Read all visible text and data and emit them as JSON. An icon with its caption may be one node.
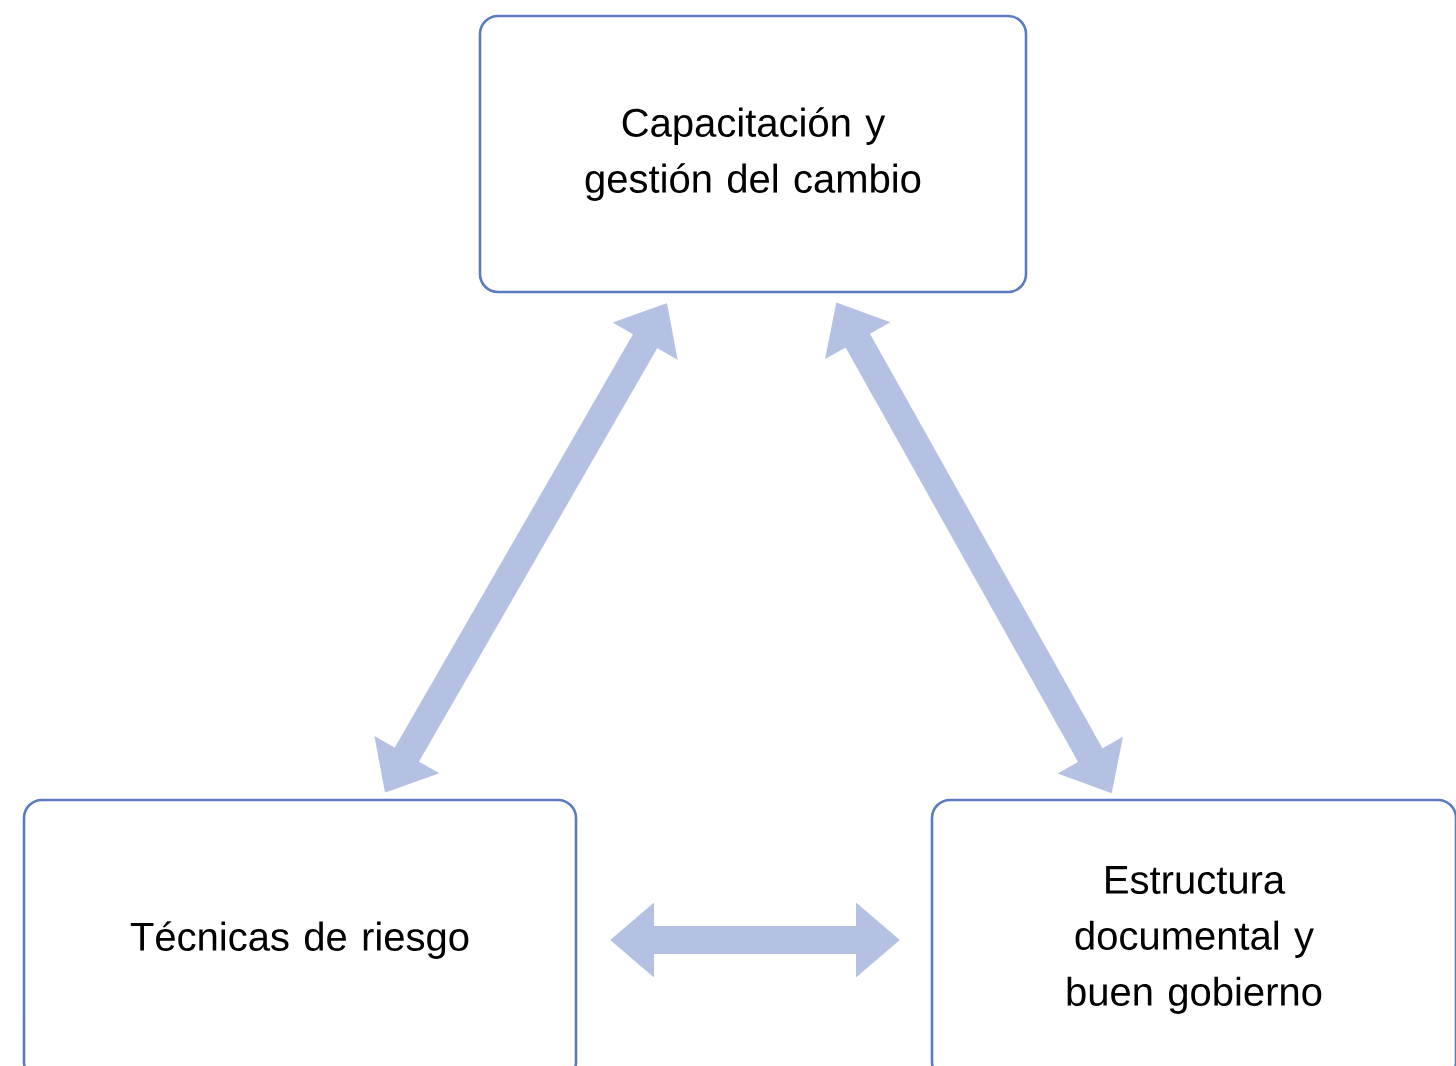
{
  "diagram": {
    "nodes": [
      {
        "text": [
          "Capacitación y gestión del cambio"
        ]
      },
      {
        "text": [
          "Técnicas de riesgo"
        ]
      },
      {
        "text": [
          "Estructura documental y buen gobierno"
        ]
      }
    ],
    "edges": [
      {
        "from": 0,
        "to": 1,
        "arrow": "both"
      },
      {
        "from": 0,
        "to": 2,
        "arrow": "both"
      },
      {
        "from": 1,
        "to": 2,
        "arrow": "both"
      }
    ]
  }
}
